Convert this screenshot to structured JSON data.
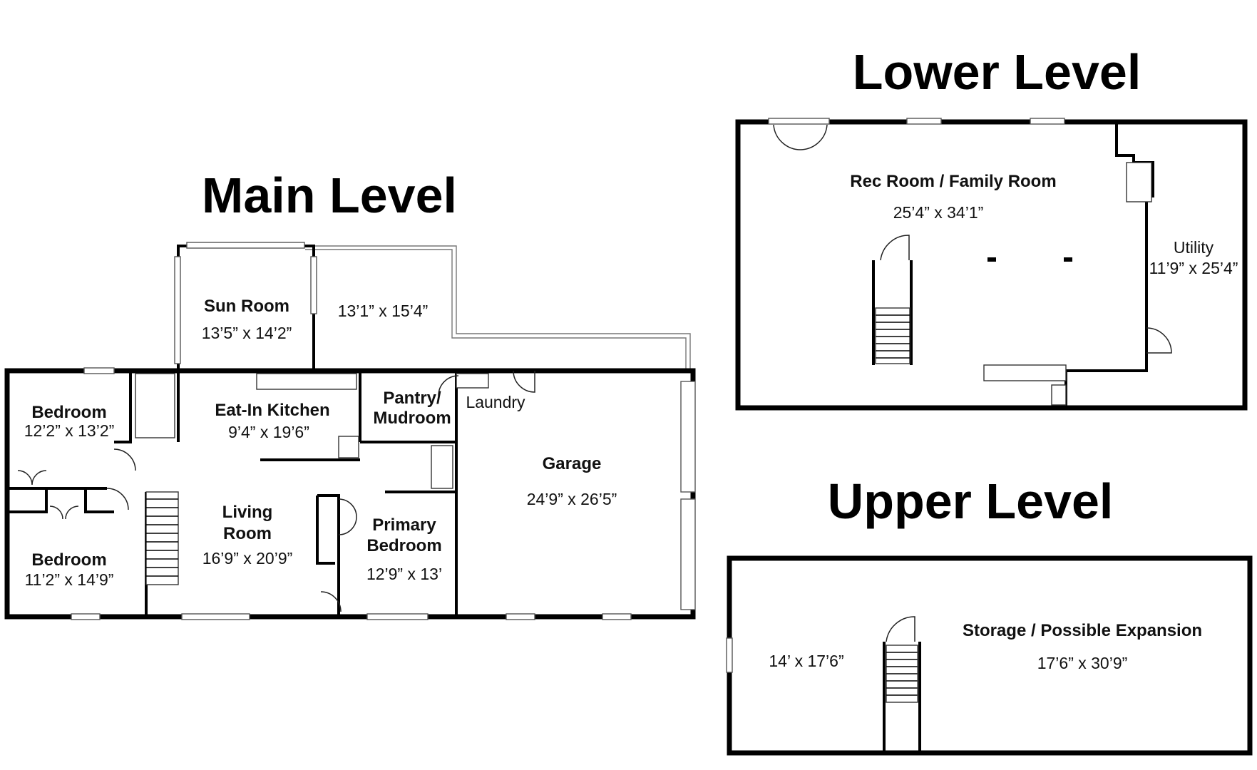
{
  "levels": {
    "main": "Main Level",
    "lower": "Lower Level",
    "upper": "Upper Level"
  },
  "rooms": {
    "sun_room": {
      "name": "Sun Room",
      "dim": "13’5” x 14’2”"
    },
    "deck": {
      "dim": "13’1” x 15’4”"
    },
    "bedroom1": {
      "name": "Bedroom",
      "dim": "12’2” x 13’2”"
    },
    "kitchen": {
      "name": "Eat-In Kitchen",
      "dim": "9’4” x 19’6”"
    },
    "pantry": {
      "name1": "Pantry/",
      "name2": "Mudroom"
    },
    "laundry": {
      "name": "Laundry"
    },
    "garage": {
      "name": "Garage",
      "dim": "24’9” x 26’5”"
    },
    "living": {
      "name1": "Living",
      "name2": "Room",
      "dim": "16’9” x 20’9”"
    },
    "primary": {
      "name1": "Primary",
      "name2": "Bedroom",
      "dim": "12’9” x 13’"
    },
    "bedroom2": {
      "name": "Bedroom",
      "dim": "11’2” x 14’9”"
    },
    "rec": {
      "name": "Rec Room / Family Room",
      "dim": "25’4” x 34’1”"
    },
    "utility": {
      "name": "Utility",
      "dim": "11’9” x 25’4”"
    },
    "upper_left": {
      "dim": "14’ x 17’6”"
    },
    "storage": {
      "name": "Storage / Possible Expansion",
      "dim": "17’6” x 30’9”"
    }
  }
}
